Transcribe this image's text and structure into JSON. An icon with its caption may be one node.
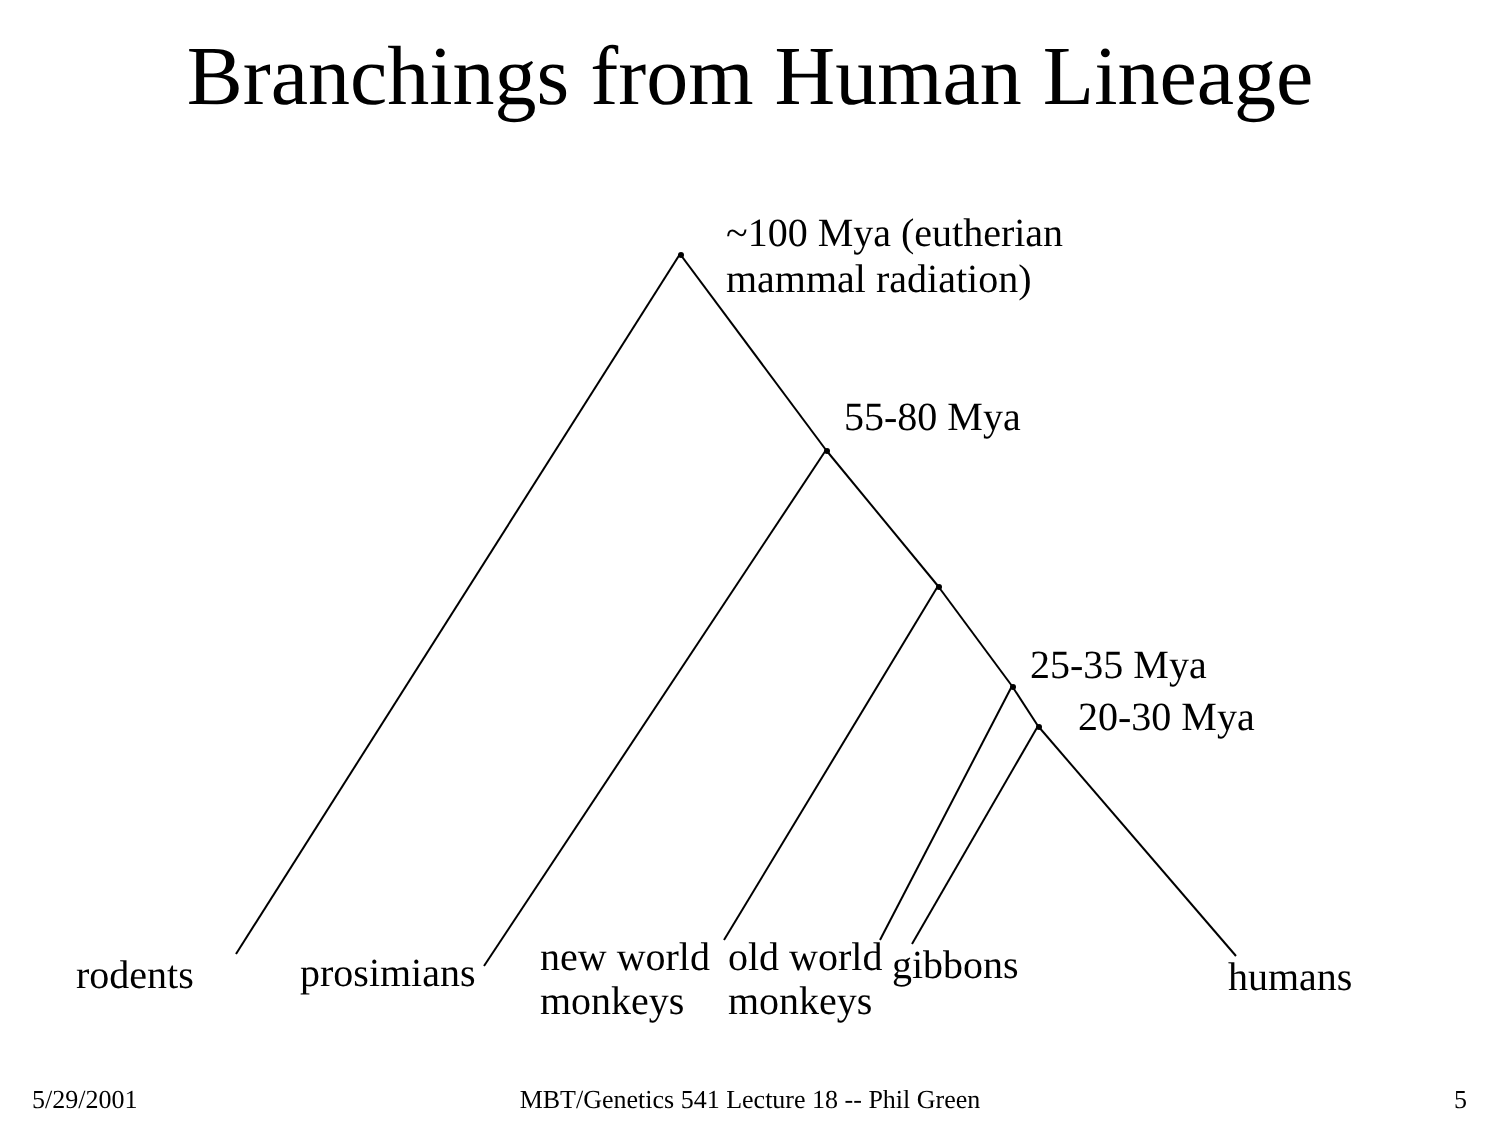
{
  "diagram": {
    "title": "Branchings from Human Lineage",
    "nodes": [
      {
        "text": [],
        "shape": "dot",
        "beside": [
          "~100 Mya  (eutherian mammal radiation)"
        ]
      },
      {
        "text": [],
        "shape": "dot",
        "beside": [
          "55-80 Mya"
        ]
      },
      {
        "text": [],
        "shape": "dot"
      },
      {
        "text": [],
        "shape": "dot",
        "beside": [
          "25-35 Mya"
        ]
      },
      {
        "text": [],
        "shape": "dot",
        "beside": [
          "20-30 Mya"
        ]
      },
      {
        "text": [
          "rodents"
        ]
      },
      {
        "text": [
          "prosimians"
        ]
      },
      {
        "text": [
          "new world monkeys"
        ]
      },
      {
        "text": [
          "old world monkeys"
        ]
      },
      {
        "text": [
          "gibbons"
        ]
      },
      {
        "text": [
          "humans"
        ]
      }
    ],
    "edges": [
      {
        "from": 0,
        "to": 5,
        "arrow": "none"
      },
      {
        "from": 0,
        "to": 1,
        "arrow": "none"
      },
      {
        "from": 1,
        "to": 6,
        "arrow": "none"
      },
      {
        "from": 1,
        "to": 2,
        "arrow": "none"
      },
      {
        "from": 2,
        "to": 7,
        "arrow": "none"
      },
      {
        "from": 2,
        "to": 3,
        "arrow": "none"
      },
      {
        "from": 3,
        "to": 8,
        "arrow": "none"
      },
      {
        "from": 3,
        "to": 4,
        "arrow": "none"
      },
      {
        "from": 4,
        "to": 9,
        "arrow": "none"
      },
      {
        "from": 4,
        "to": 10,
        "arrow": "none"
      }
    ],
    "labels": [
      "5/29/2001",
      "MBT/Genetics 541 Lecture 18 -- Phil Green",
      "5"
    ]
  }
}
